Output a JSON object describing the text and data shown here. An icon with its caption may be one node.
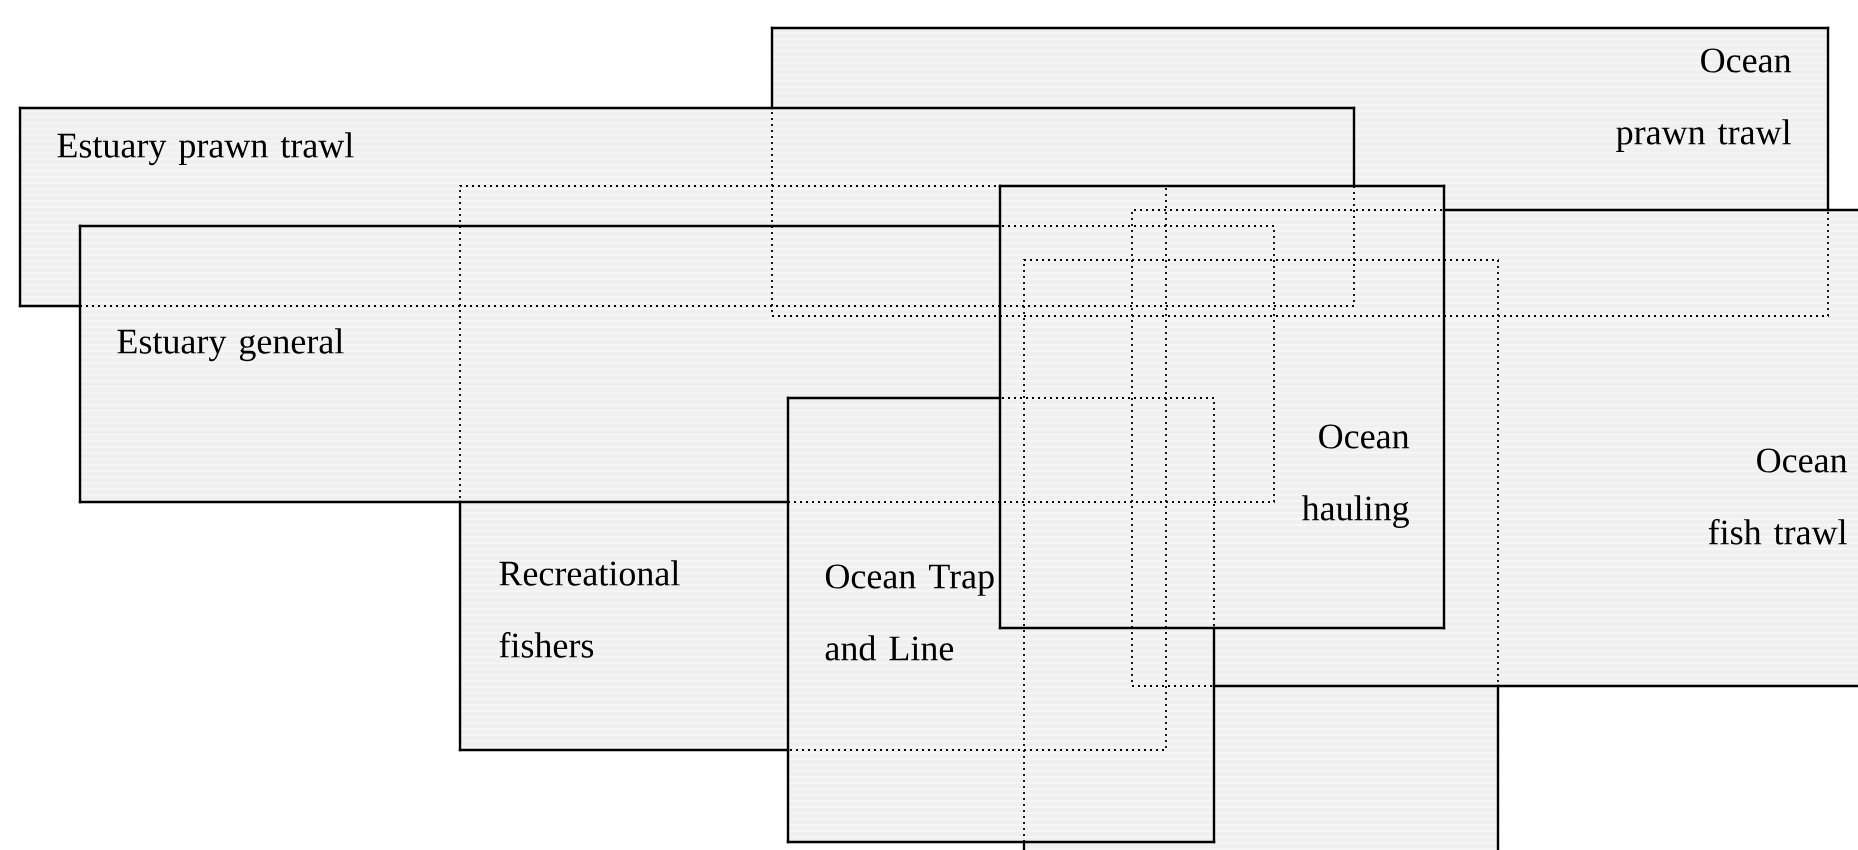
{
  "diagram": {
    "nodes": [
      {
        "text": [
          "Ocean prawn trawl"
        ]
      },
      {
        "text": [
          "Estuary prawn trawl"
        ]
      },
      {
        "text": [
          "Estuary general"
        ]
      },
      {
        "text": [
          "Ocean hauling"
        ]
      },
      {
        "text": [
          "Ocean fish trawl"
        ]
      },
      {
        "text": [
          "Recreational fishers"
        ]
      },
      {
        "text": [
          "Ocean Trap and Line"
        ]
      },
      {
        "text": [],
        "shape": "box"
      }
    ]
  }
}
